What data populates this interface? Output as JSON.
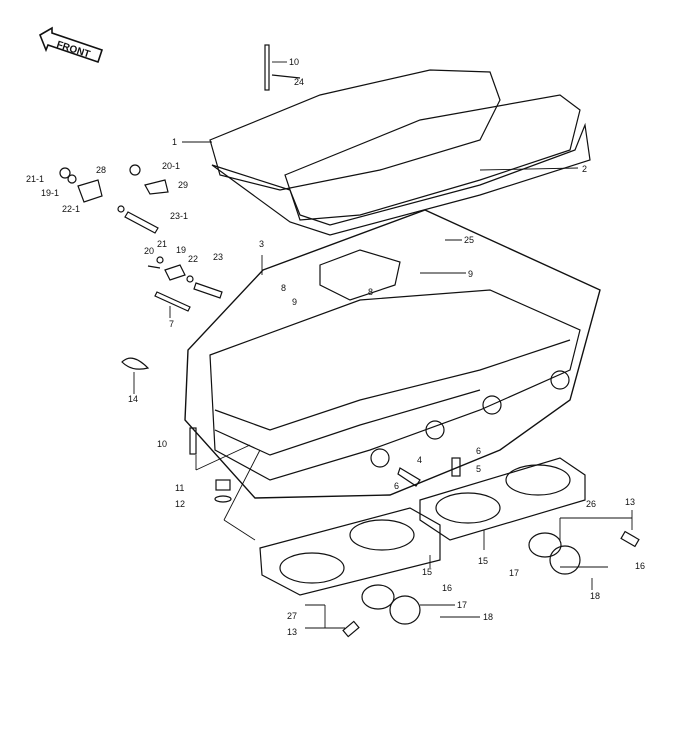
{
  "logo": {
    "text": "FRONT",
    "icon": "front-arrow-icon"
  },
  "callouts": [
    "10",
    "24",
    "1",
    "2",
    "28",
    "20-1",
    "21-1",
    "29",
    "19-1",
    "22-1",
    "23-1",
    "3",
    "25",
    "21",
    "20",
    "19",
    "22",
    "23",
    "8",
    "9",
    "8",
    "9",
    "7",
    "14",
    "10",
    "6",
    "4",
    "5",
    "6",
    "11",
    "12",
    "13",
    "26",
    "15",
    "15",
    "17",
    "16",
    "18",
    "16",
    "17",
    "27",
    "18",
    "13"
  ],
  "colors": {
    "line": "#111111",
    "background": "#ffffff"
  }
}
